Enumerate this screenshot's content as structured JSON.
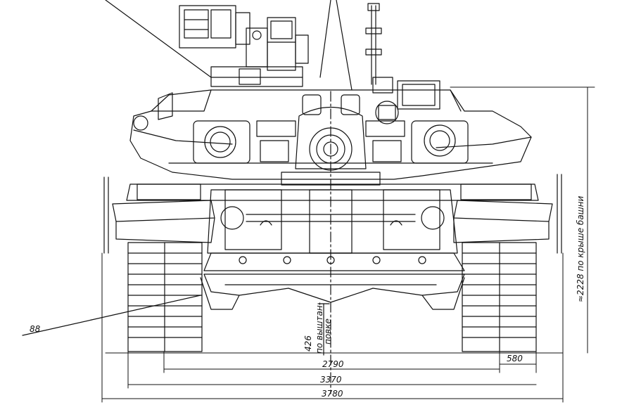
{
  "diagram": {
    "callout_label": "88",
    "dimensions": {
      "track_gauge": "2790",
      "track_width": "580",
      "hull_width": "3370",
      "overall_width": "3780",
      "ground_clearance_value": "426",
      "ground_clearance_line1": "по выштан-",
      "ground_clearance_line2": "повке",
      "turret_roof_height": "≈2228 по крыше башни"
    },
    "colors": {
      "line": "#111111",
      "background": "#ffffff"
    }
  }
}
